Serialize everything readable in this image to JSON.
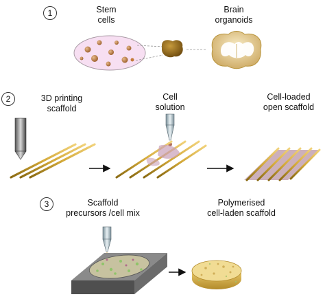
{
  "steps": [
    {
      "number": "1",
      "labels": [
        "Stem cells",
        "Brain organoids"
      ]
    },
    {
      "number": "2",
      "labels": [
        "3D printing scaffold",
        "Cell solution",
        "Cell-loaded open scaffold"
      ]
    },
    {
      "number": "3",
      "labels": [
        "Scaffold precursors /cell mix",
        "Polymerised cell-laden scaffold"
      ]
    }
  ],
  "text": {
    "stem_1": "Stem",
    "stem_2": "cells",
    "brain_1": "Brain",
    "brain_2": "organoids",
    "print_1": "3D printing",
    "print_2": "scaffold",
    "cellsol_1": "Cell",
    "cellsol_2": "solution",
    "loaded_1": "Cell-loaded",
    "loaded_2": "open scaffold",
    "precursor_1": "Scaffold",
    "precursor_2": "precursors /cell mix",
    "polymer_1": "Polymerised",
    "polymer_2": "cell-laden scaffold"
  },
  "colors": {
    "scaffold_gold": "#d4aa3a",
    "scaffold_dark": "#8a6a12",
    "cell_brown": "#b27a3e",
    "dish_pink": "#f7dff2",
    "organoid_brown": "#9a6a1c",
    "block_gray": "#6b6b6b",
    "cell_green": "#8fc46a",
    "cell_pink": "#c9a0b8"
  },
  "icons": [
    "printer-nozzle-icon",
    "pipette-icon",
    "arrow-icon",
    "brain-slice-icon"
  ]
}
